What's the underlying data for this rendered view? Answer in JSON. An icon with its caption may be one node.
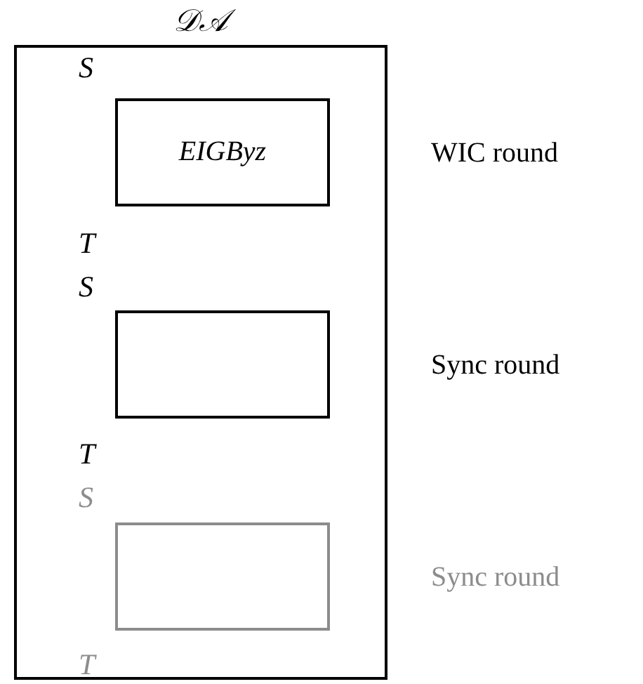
{
  "diagram": {
    "nodes": [
      {
        "text": [
          "𝒟𝒜"
        ]
      },
      {
        "text": [
          "EIGByz"
        ],
        "in": 0,
        "beside": [
          "WIC round"
        ]
      },
      {
        "text": [],
        "shape": "box",
        "in": 0,
        "beside": [
          "Sync round"
        ]
      },
      {
        "text": [],
        "shape": "box",
        "in": 0,
        "beside": [
          "Sync round"
        ]
      }
    ],
    "labels": [
      "S",
      "T",
      "S",
      "T",
      "S",
      "T"
    ]
  }
}
